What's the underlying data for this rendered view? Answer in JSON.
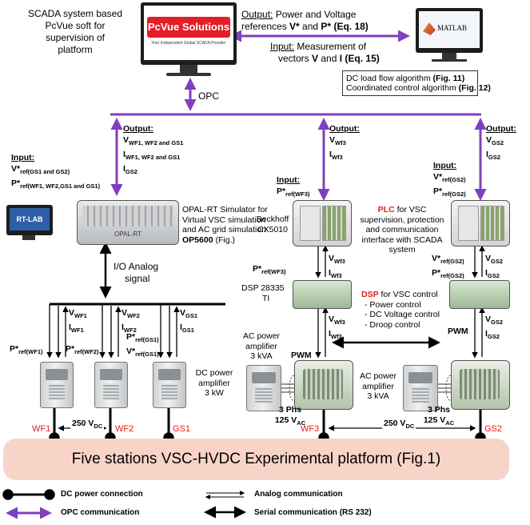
{
  "scada": {
    "caption_lines": [
      "SCADA system based",
      "PcVue soft for",
      "supervision of",
      "platform"
    ],
    "logo_title": "PcVue Solutions",
    "logo_subtitle": "Your Independent Global SCADA Provider"
  },
  "output_top": {
    "label": "Output:",
    "line1": "Power and Voltage",
    "line2_prefix": "references ",
    "v": "V*",
    "and": " and ",
    "p": "P*",
    "eq": " (Eq. 18)"
  },
  "input_top": {
    "label": "Input:",
    "line1": " Measurement of",
    "line2_prefix": "vectors ",
    "v": "V",
    "and": " and ",
    "i": "I",
    "eq": " (Eq. 15)"
  },
  "matlab": {
    "logo": "MATLAB",
    "algo_line1_prefix": "DC load flow algorithm ",
    "algo_line1_ref": "(Fig. 11)",
    "algo_line2_prefix": "Coordinated control algorithm ",
    "algo_line2_ref": "(Fig. 12)"
  },
  "opc": "OPC",
  "left_branch": {
    "output_label": "Output:",
    "v": "V",
    "v_sub": "WF1, WF2 and GS1",
    "i": "I",
    "i_sub": "WF1, WF2 and GS1",
    "gs": "I",
    "gs_sub": "GS2",
    "input_label": "Input:",
    "vin": "V*",
    "vin_sub": "ref(GS1 and GS2)",
    "pin": "P*",
    "pin_sub": "ref(WF1, WF2,GS1 and GS1)"
  },
  "opal": {
    "rtlab": "RT-LAB",
    "device_label": "OPAL-RT",
    "desc_lines": [
      "OPAL-RT Simulator for",
      "Virtual VSC simulation",
      "and AC grid simulation"
    ],
    "model": "OP5600",
    "model_ref": " (Fig.)",
    "io_lines": [
      "I/O Analog",
      "signal"
    ]
  },
  "wf_signals": [
    {
      "v": "V",
      "v_sub": "WF1",
      "i": "I",
      "i_sub": "WF1",
      "p": "P*",
      "p_sub": "ref(WF1)"
    },
    {
      "v": "V",
      "v_sub": "WF2",
      "i": "I",
      "i_sub": "WF2",
      "p": "P*",
      "p_sub": "ref(WF2)"
    },
    {
      "v": "V",
      "v_sub": "GS1",
      "i": "I",
      "i_sub": "GS1",
      "p": "P*",
      "p_sub": "ref(GS1)",
      "q": "V*",
      "q_sub": "ref(GS1)"
    }
  ],
  "dc_amp": {
    "lines": [
      "DC power",
      "amplifier",
      "3 kW"
    ]
  },
  "wf3": {
    "output_label": "Output:",
    "v": "V",
    "v_sub": "Wf3",
    "i": "I",
    "i_sub": "Wf3",
    "input_label": "Input:",
    "pin": "P*",
    "pin_sub": "ref(WF3)",
    "beckhoff_lines": [
      "Beckhoff",
      "CX5010"
    ],
    "mid_p": "P*",
    "mid_p_sub": "ref(WF3)",
    "mid_v": "V",
    "mid_v_sub": "Wf3",
    "mid_i": "I",
    "mid_i_sub": "Wf3",
    "dsp_lines": [
      "DSP 28335",
      "TI"
    ],
    "low_v": "V",
    "low_v_sub": "Wf3",
    "low_i": "I",
    "low_i_sub": "Wf3",
    "pwm": "PWM",
    "ac_amp_lines": [
      "AC power",
      "amplifier",
      "3 kVA"
    ],
    "phase_lines": [
      "3 Phs",
      "125 V"
    ],
    "phase_sub": "AC"
  },
  "gs2": {
    "output_label": "Output:",
    "v": "V",
    "v_sub": "GS2",
    "i": "I",
    "i_sub": "GS2",
    "input_label": "Input:",
    "vin": "V*",
    "vin_sub": "ref(GS2)",
    "pin": "P*",
    "pin_sub": "ref(GS2)",
    "mid_vin": "V*",
    "mid_vin_sub": "ref(GS2)",
    "mid_pin": "P*",
    "mid_pin_sub": "ref(GS2)",
    "mid_v": "V",
    "mid_v_sub": "GS2",
    "mid_i": "I",
    "mid_i_sub": "GS2",
    "low_v": "V",
    "low_v_sub": "GS2",
    "low_i": "I",
    "low_i_sub": "GS2",
    "pwm": "PWM",
    "ac_amp_lines": [
      "AC power",
      "amplifier",
      "3 kVA"
    ],
    "phase_lines": [
      "3 Phs",
      "125 V"
    ],
    "phase_sub": "AC"
  },
  "plc": {
    "keyword": "PLC",
    "first": " for VSC",
    "lines": [
      "supervision, protection",
      "and communication",
      "interface with SCADA",
      "system"
    ]
  },
  "dsp": {
    "keyword": "DSP",
    "first": " for VSC control",
    "items": [
      "-   Power control",
      "-   DC Voltage control",
      "-   Droop control"
    ]
  },
  "stations": {
    "wf1": "WF1",
    "wf2": "WF2",
    "gs1": "GS1",
    "wf3": "WF3",
    "gs2": "GS2",
    "dc_left": "250 V",
    "dc_left_sub": "DC",
    "dc_right": "250 V",
    "dc_right_sub": "DC"
  },
  "platform_title": "Five stations  VSC-HVDC Experimental platform (Fig.1)",
  "legend": [
    {
      "key": "dc",
      "label": "DC power connection"
    },
    {
      "key": "analog",
      "label": "Analog communication"
    },
    {
      "key": "opc",
      "label": "OPC communication"
    },
    {
      "key": "serial",
      "label": "Serial communication (RS 232)"
    }
  ],
  "colors": {
    "opc": "#7f3fbf",
    "highlight": "#e31b1b",
    "platform": "#f8d4c8"
  }
}
